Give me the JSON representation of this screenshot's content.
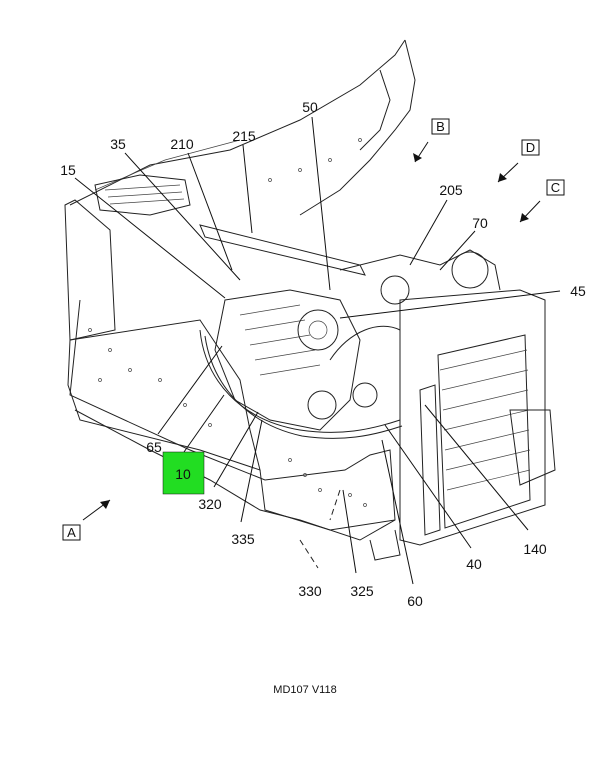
{
  "callouts": [
    "50",
    "35",
    "210",
    "215",
    "15",
    "205",
    "70",
    "45",
    "65",
    "10",
    "320",
    "335",
    "330",
    "325",
    "60",
    "40",
    "140"
  ],
  "view_letters": [
    "A",
    "B",
    "C",
    "D"
  ],
  "highlight_color": "#22dd22",
  "highlighted_callout": "10",
  "footer_code": "MD107 V118"
}
